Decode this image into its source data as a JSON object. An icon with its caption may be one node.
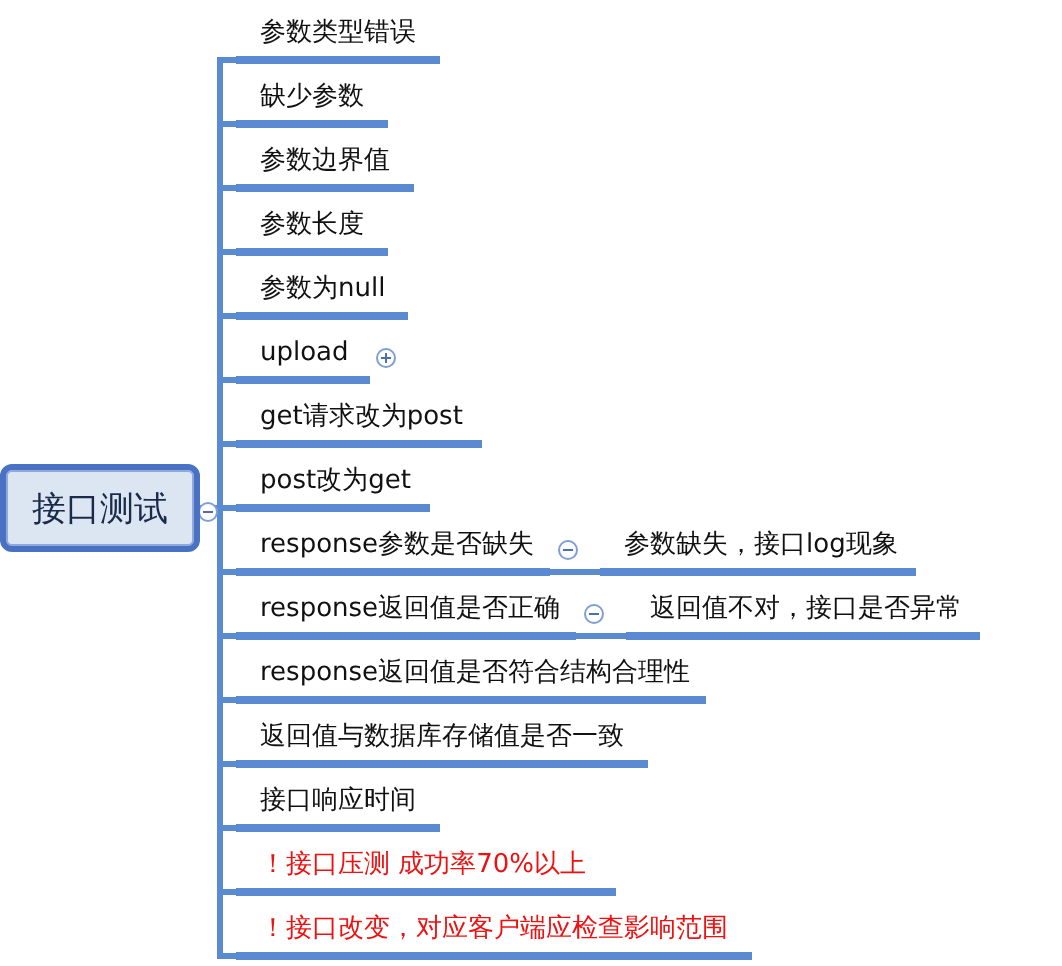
{
  "diagram": {
    "nodes": [
      {
        "text": [
          "接口测试"
        ]
      },
      {
        "text": [
          "参数类型错误"
        ]
      },
      {
        "text": [
          "缺少参数"
        ]
      },
      {
        "text": [
          "参数边界值"
        ]
      },
      {
        "text": [
          "参数长度"
        ]
      },
      {
        "text": [
          "参数为null"
        ]
      },
      {
        "text": [
          "upload"
        ]
      },
      {
        "text": [
          "get请求改为post"
        ]
      },
      {
        "text": [
          "post改为get"
        ]
      },
      {
        "text": [
          "response参数是否缺失"
        ]
      },
      {
        "text": [
          "response返回值是否正确"
        ]
      },
      {
        "text": [
          "response返回值是否符合结构合理性"
        ]
      },
      {
        "text": [
          "返回值与数据库存储值是否一致"
        ]
      },
      {
        "text": [
          "接口响应时间"
        ]
      },
      {
        "text": [
          "！接口压测  成功率70%以上"
        ]
      },
      {
        "text": [
          "！接口改变，对应客户端应检查影响范围"
        ]
      },
      {
        "text": [
          "参数缺失，接口log现象"
        ]
      },
      {
        "text": [
          "返回值不对，接口是否异常"
        ]
      }
    ],
    "edges": [
      {
        "from": 0,
        "to": 1,
        "arrow": "none"
      },
      {
        "from": 0,
        "to": 2,
        "arrow": "none"
      },
      {
        "from": 0,
        "to": 3,
        "arrow": "none"
      },
      {
        "from": 0,
        "to": 4,
        "arrow": "none"
      },
      {
        "from": 0,
        "to": 5,
        "arrow": "none"
      },
      {
        "from": 0,
        "to": 6,
        "arrow": "none"
      },
      {
        "from": 0,
        "to": 7,
        "arrow": "none"
      },
      {
        "from": 0,
        "to": 8,
        "arrow": "none"
      },
      {
        "from": 0,
        "to": 9,
        "arrow": "none"
      },
      {
        "from": 0,
        "to": 10,
        "arrow": "none"
      },
      {
        "from": 0,
        "to": 11,
        "arrow": "none"
      },
      {
        "from": 0,
        "to": 12,
        "arrow": "none"
      },
      {
        "from": 0,
        "to": 13,
        "arrow": "none"
      },
      {
        "from": 0,
        "to": 14,
        "arrow": "none"
      },
      {
        "from": 0,
        "to": 15,
        "arrow": "none"
      },
      {
        "from": 9,
        "to": 16,
        "arrow": "none"
      },
      {
        "from": 10,
        "to": 17,
        "arrow": "none"
      }
    ]
  }
}
